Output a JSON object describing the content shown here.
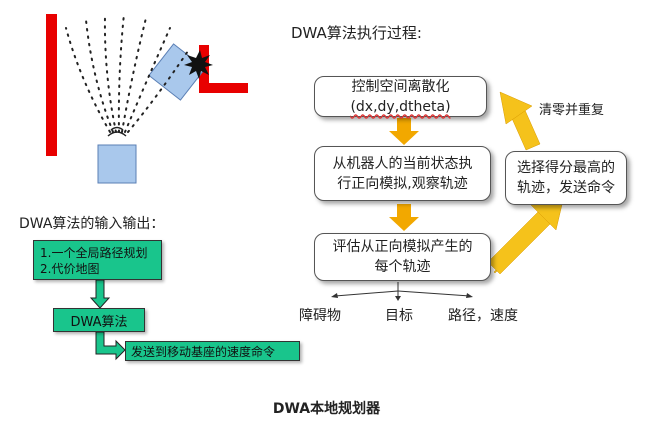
{
  "titles": {
    "process_title": "DWA算法执行过程:",
    "io_title": "DWA算法的输入输出：",
    "footer": "DWA本地规划器"
  },
  "flow": {
    "step1_line1": "控制空间离散化",
    "step1_line2": "(dx,dy,dtheta)",
    "step2_line1": "从机器人的当前状态执",
    "step2_line2": "行正向模拟,观察轨迹",
    "step3_line1": "评估从正向模拟产生的",
    "step3_line2": "每个轨迹",
    "step4_line1": "选择得分最高的",
    "step4_line2": "轨迹，发送命令",
    "loop_label": "清零并重复"
  },
  "criteria": [
    "障碍物",
    "目标",
    "路径，速度"
  ],
  "io": {
    "input_line1": "1.一个全局路径规划",
    "input_line2": "2.代价地图",
    "algorithm": "DWA算法",
    "output": "发送到移动基座的速度命令"
  },
  "colors": {
    "arrow_orange": "#f2a800",
    "arrow_yellow": "#f5c21b",
    "wall_red": "#e80000",
    "robot_blue": "#a9c8ec",
    "green": "#19c58c"
  }
}
